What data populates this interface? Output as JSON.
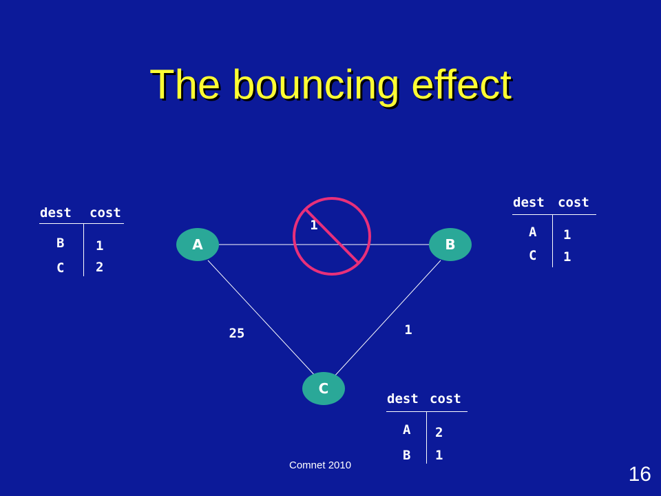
{
  "title": "The bouncing effect",
  "nodes": {
    "a": "A",
    "b": "B",
    "c": "C"
  },
  "edges": {
    "ab": "1",
    "ac": "25",
    "bc": "1"
  },
  "colors": {
    "background": "#0c1a99",
    "title": "#ffff33",
    "node_fill": "#2aa898",
    "prohibit_sign": "#e8307a"
  },
  "tables": {
    "a": {
      "headers": [
        "dest",
        "cost"
      ],
      "rows": [
        {
          "dest": "B",
          "cost": "1"
        },
        {
          "dest": "C",
          "cost": "2"
        }
      ]
    },
    "b": {
      "headers": [
        "dest",
        "cost"
      ],
      "rows": [
        {
          "dest": "A",
          "cost": "1"
        },
        {
          "dest": "C",
          "cost": "1"
        }
      ]
    },
    "c": {
      "headers": [
        "dest",
        "cost"
      ],
      "rows": [
        {
          "dest": "A",
          "cost": "2"
        },
        {
          "dest": "B",
          "cost": "1"
        }
      ]
    }
  },
  "footer": "Comnet 2010",
  "page_number": "16"
}
